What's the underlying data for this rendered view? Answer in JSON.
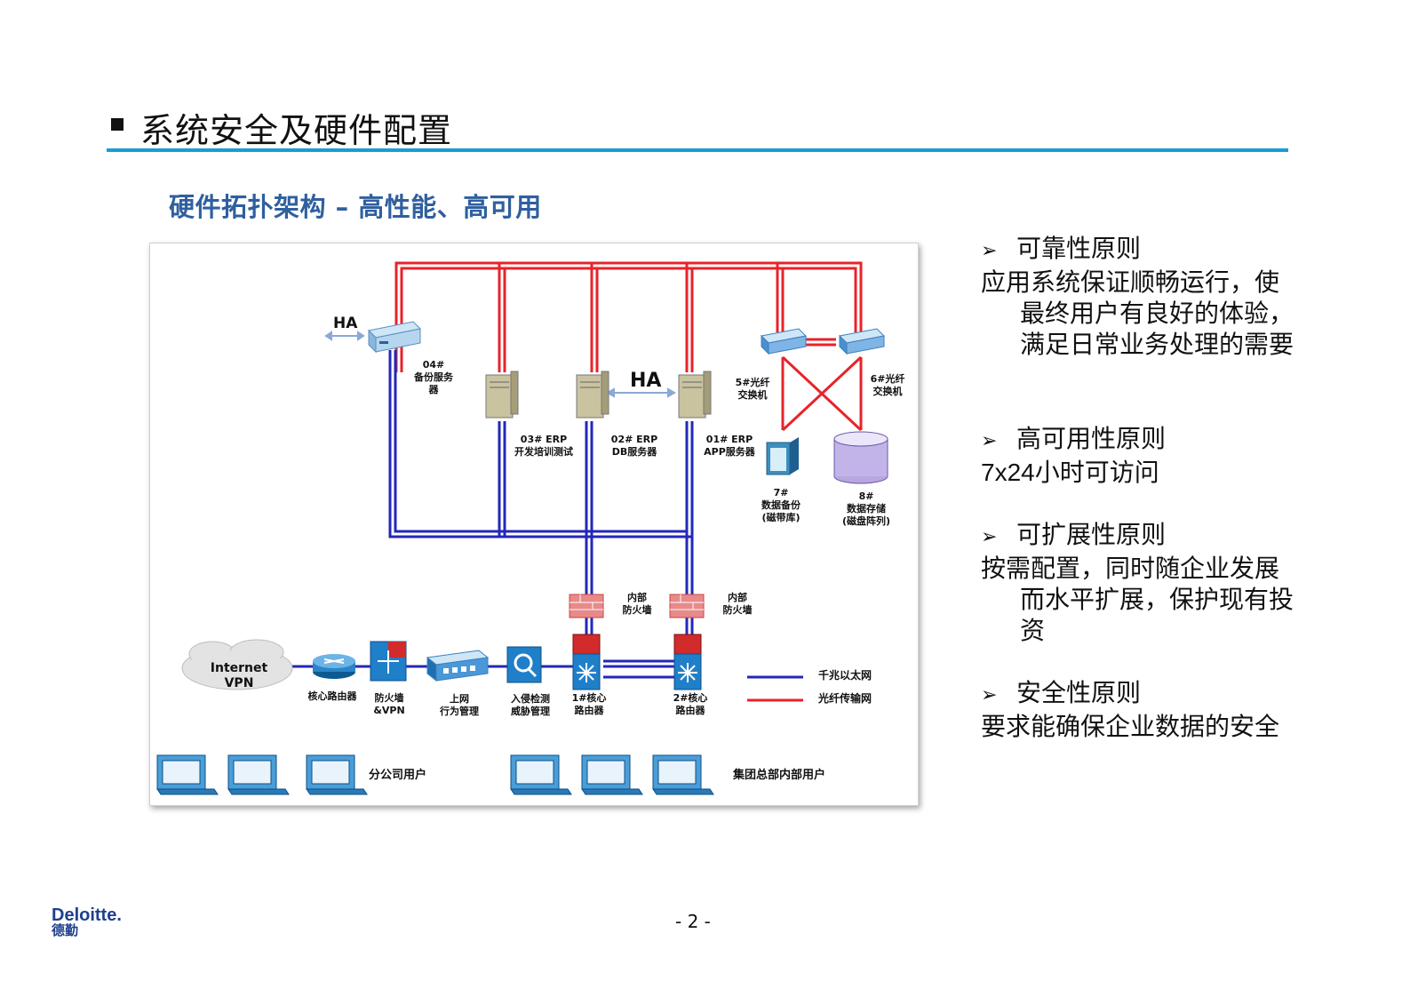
{
  "header": {
    "title": "系统安全及硬件配置"
  },
  "subtitle": "硬件拓扑架构 – 高性能、高可用",
  "diagram": {
    "ha_left": "HA",
    "ha_center": "HA",
    "backup_server": "04#\n备份服务\n器",
    "erp_03": "03# ERP\n开发培训测试",
    "erp_02": "02# ERP\nDB服务器",
    "erp_01": "01# ERP\nAPP服务器",
    "switch_5": "5#光纤\n交换机",
    "switch_6": "6#光纤\n交换机",
    "tape_7": "7#\n数据备份\n(磁带库)",
    "disk_8": "8#\n数据存储\n(磁盘阵列)",
    "fw_inner_1": "内部\n防火墙",
    "fw_inner_2": "内部\n防火墙",
    "internet": "Internet\nVPN",
    "core_router": "核心路由器",
    "firewall_vpn": "防火墙\n&VPN",
    "behavior_mgmt": "上网\n行为管理",
    "ids": "入侵检测\n威胁管理",
    "core_1": "1#核心\n路由器",
    "core_2": "2#核心\n路由器",
    "legend_gigabit": "千兆以太网",
    "legend_fiber": "光纤传输网",
    "branch_users": "分公司用户",
    "hq_users": "集团总部内部用户",
    "colors": {
      "fiber": "#e8232a",
      "ethernet": "#2327b8"
    }
  },
  "principles": [
    {
      "head": "可靠性原则",
      "body": "应用系统保证顺畅运行，使最终用户有良好的体验，满足日常业务处理的需要"
    },
    {
      "head": "高可用性原则",
      "body": "7x24小时可访问"
    },
    {
      "head": "可扩展性原则",
      "body": "按需配置，同时随企业发展而水平扩展，保护现有投资"
    },
    {
      "head": "安全性原则",
      "body": "要求能确保企业数据的安全"
    }
  ],
  "footer": {
    "page": "- 2 -",
    "logo_en": "Deloitte.",
    "logo_cn": "德勤"
  }
}
